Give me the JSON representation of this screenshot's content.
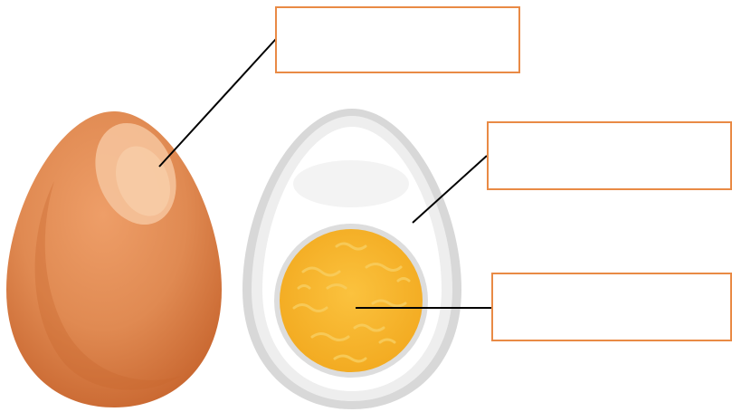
{
  "colors": {
    "box_border": "#e98a45",
    "leader_line": "#000000",
    "shell_dark": "#c8662f",
    "shell_mid": "#e08a52",
    "shell_highlight": "#f5c29a",
    "egg_white": "#ffffff",
    "egg_white_rim": "#d8d8d8",
    "yolk": "#f7b92e",
    "yolk_rim": "#dcdcdc"
  },
  "labels": [
    {
      "id": "shell",
      "text": ""
    },
    {
      "id": "egg-white",
      "text": ""
    },
    {
      "id": "yolk",
      "text": ""
    }
  ]
}
